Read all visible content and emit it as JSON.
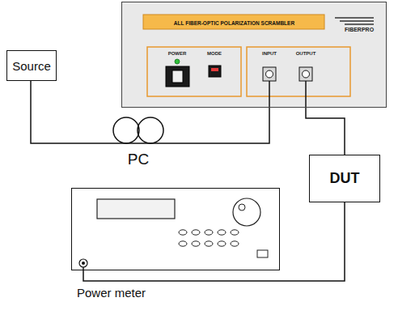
{
  "diagram": {
    "nodes": [
      {
        "text": [
          "ALL FIBER-OPTIC POLARIZATION SCRAMBLER"
        ]
      },
      {
        "text": [
          "Source"
        ]
      },
      {
        "text": [
          "DUT"
        ]
      },
      {
        "text": [
          "Power meter"
        ]
      }
    ],
    "edges": [
      {
        "from": 1,
        "to": 0,
        "arrow": "none",
        "label": "PC"
      },
      {
        "from": 0,
        "to": 2,
        "arrow": "none"
      },
      {
        "from": 2,
        "to": 3,
        "arrow": "none"
      }
    ],
    "labels": [
      "POWER",
      "MODE",
      "INPUT",
      "OUTPUT",
      "FIBERPRO"
    ]
  }
}
